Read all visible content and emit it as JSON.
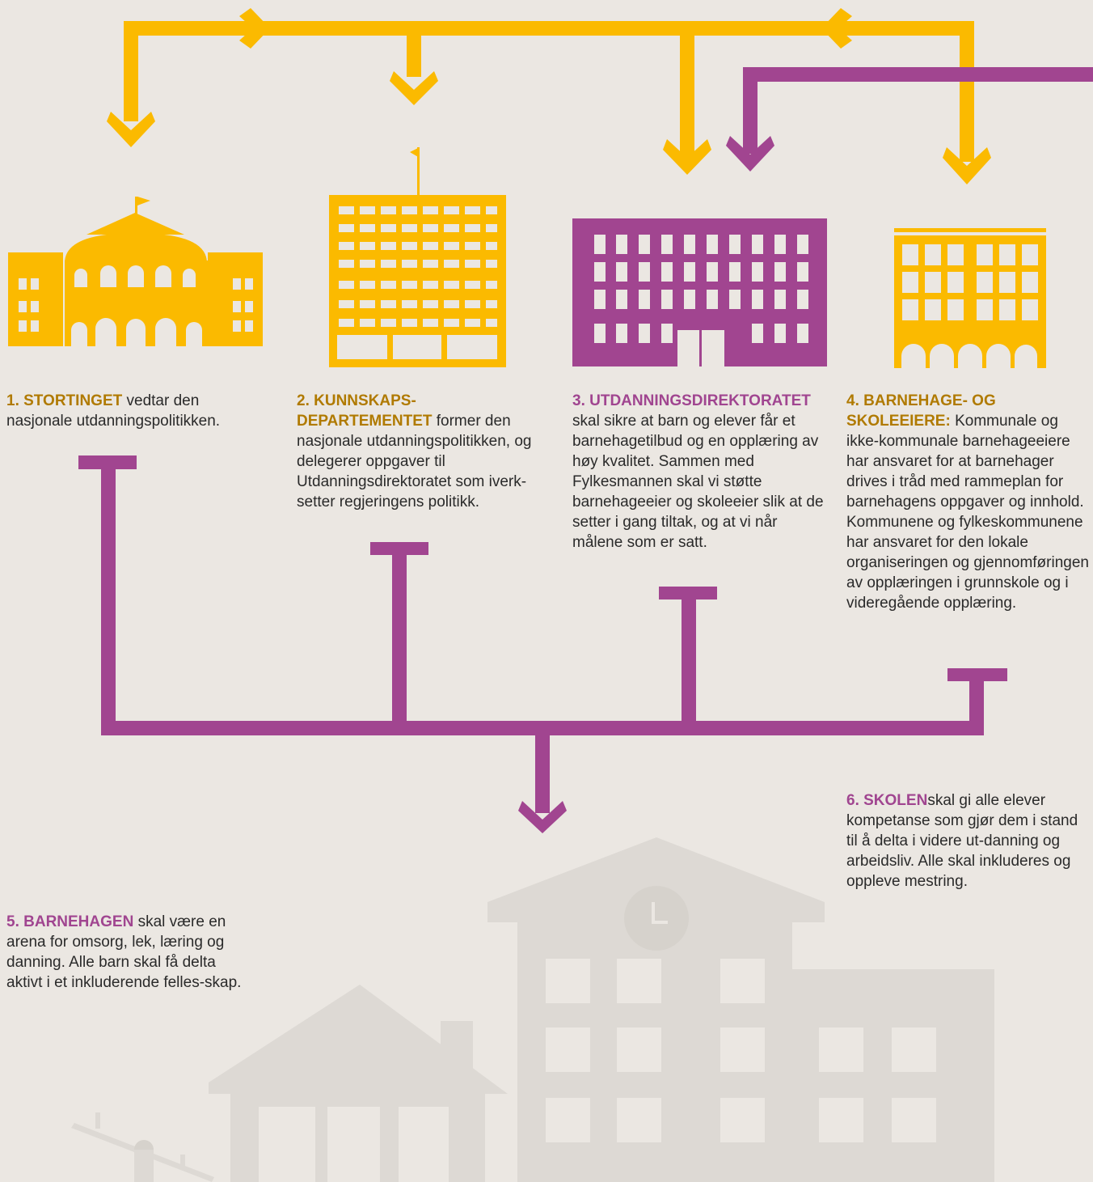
{
  "colors": {
    "background": "#ebe7e2",
    "yellow": "#fbba00",
    "purple": "#a14590",
    "grey": "#ddd9d4"
  },
  "icons": [
    "stortinget-building-icon",
    "ministry-building-icon",
    "directorate-building-icon",
    "owner-building-icon",
    "kindergarten-house-icon",
    "school-building-icon",
    "seesaw-icon",
    "clock-icon"
  ],
  "nodes": [
    {
      "title": "1. STORTINGET",
      "text": " vedtar den nasjonale utdanningspolitikken."
    },
    {
      "title": "2. KUNNSKAPS-DEPARTEMENTET",
      "text": " former den nasjonale utdanningspolitikken, og delegerer oppgaver til Utdanningsdirektoratet som iverk-setter regjeringens politikk."
    },
    {
      "title": "3. UTDANNINGSDIREKTORATET",
      "text": " skal sikre at barn og elever får et barnehagetilbud og en opplæring av høy kvalitet. Sammen med Fylkesmannen skal vi støtte barnehageeier og skoleeier slik at de setter i gang tiltak, og at vi når målene som er satt."
    },
    {
      "title": "4. BARNEHAGE- OG SKOLEEIERE:",
      "text": " Kommunale og ikke-kommunale barnehageeiere har ansvaret for at barnehager drives i tråd med rammeplan for barnehagens oppgaver og innhold. Kommunene og fylkeskommunene har ansvaret for den lokale organiseringen og gjennomføringen av opplæringen i grunnskole og i videregående opplæring."
    },
    {
      "title": "5. BARNEHAGEN",
      "text": " skal være en arena for omsorg, lek, læring og danning. Alle barn skal få delta aktivt i et inkluderende felles-skap."
    },
    {
      "title": "6. SKOLEN",
      "text": "skal gi alle elever kompetanse som gjør dem i stand til å delta i videre ut-danning og arbeidsliv. Alle skal inkluderes og oppleve mestring."
    }
  ]
}
